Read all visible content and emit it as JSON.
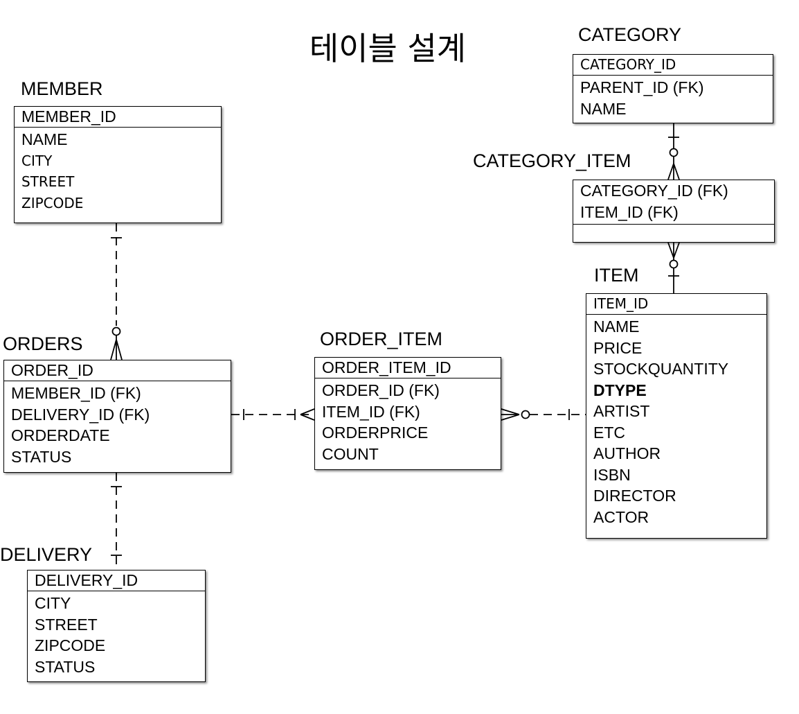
{
  "title": "테이블 설계",
  "entities": {
    "member": {
      "name": "MEMBER",
      "pk": "MEMBER_ID",
      "attrs": [
        "NAME",
        "CITY",
        "STREET",
        "ZIPCODE"
      ]
    },
    "orders": {
      "name": "ORDERS",
      "pk": "ORDER_ID",
      "attrs": [
        "MEMBER_ID (FK)",
        "DELIVERY_ID (FK)",
        "ORDERDATE",
        "STATUS"
      ]
    },
    "delivery": {
      "name": "DELIVERY",
      "pk": "DELIVERY_ID",
      "attrs": [
        "CITY",
        "STREET",
        "ZIPCODE",
        "STATUS"
      ]
    },
    "order_item": {
      "name": "ORDER_ITEM",
      "pk": "ORDER_ITEM_ID",
      "attrs": [
        "ORDER_ID (FK)",
        "ITEM_ID (FK)",
        "ORDERPRICE",
        "COUNT"
      ]
    },
    "category": {
      "name": "CATEGORY",
      "pk": "CATEGORY_ID",
      "attrs": [
        "PARENT_ID (FK)",
        "NAME"
      ]
    },
    "category_item": {
      "name": "CATEGORY_ITEM",
      "attrs": [
        "CATEGORY_ID (FK)",
        "ITEM_ID (FK)"
      ]
    },
    "item": {
      "name": "ITEM",
      "pk": "ITEM_ID",
      "attrs": [
        "NAME",
        "PRICE",
        "STOCKQUANTITY",
        "DTYPE",
        "ARTIST",
        "ETC",
        "AUTHOR",
        "ISBN",
        "DIRECTOR",
        "ACTOR"
      ]
    }
  }
}
